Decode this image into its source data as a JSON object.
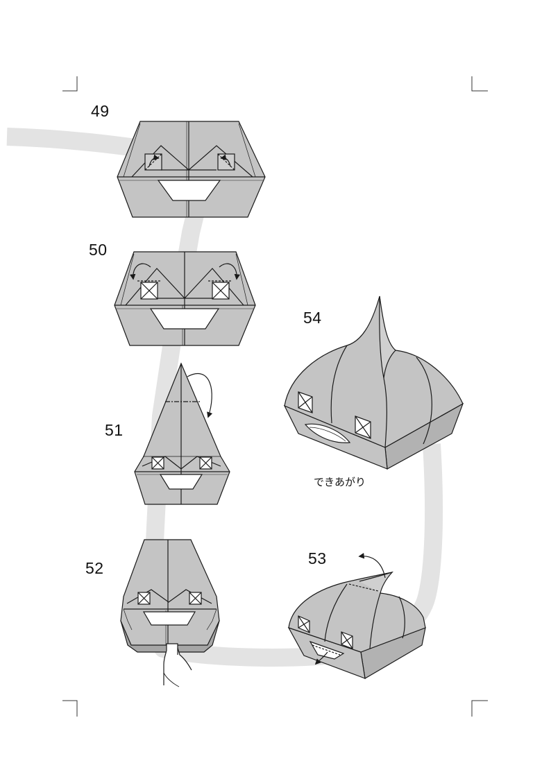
{
  "steps": [
    {
      "number": "49"
    },
    {
      "number": "50"
    },
    {
      "number": "51"
    },
    {
      "number": "52"
    },
    {
      "number": "53"
    },
    {
      "number": "54"
    }
  ],
  "finished_caption": "できあがり",
  "colors": {
    "paper": "#c4c4c4",
    "paper_dark": "#a6a6a6",
    "paper_side": "#b2b2b2",
    "guide_path": "#e3e3e3",
    "line": "#1a1a1a",
    "white": "#ffffff"
  },
  "icons": [
    "crop-mark-icon",
    "fold-arrow-icon",
    "hand-icon",
    "eye-square-icon"
  ]
}
